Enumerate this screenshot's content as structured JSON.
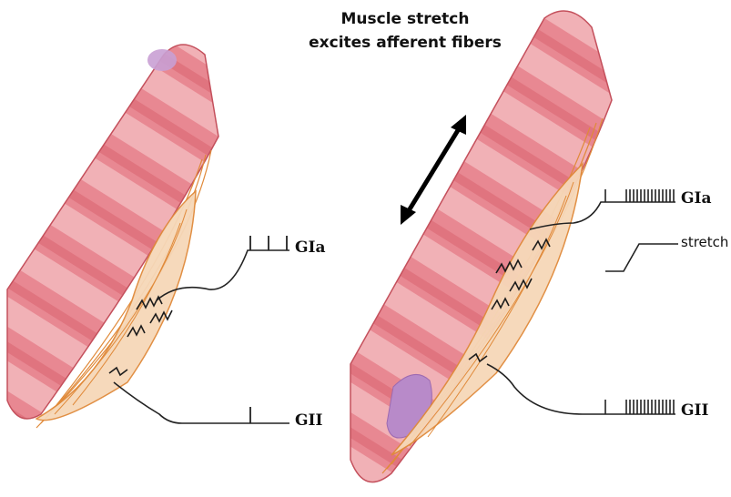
{
  "caption": {
    "line1": "Muscle stretch",
    "line2": "excites afferent fibers"
  },
  "left_panel": {
    "label_top": "GIa",
    "label_bottom": "GII",
    "spike_counts": {
      "gia": 3,
      "gii": 1
    }
  },
  "right_panel": {
    "label_top": "GIa",
    "label_bottom": "GII",
    "label_stretch": "stretch",
    "spike_counts": {
      "gia": 14,
      "gii": 14
    }
  },
  "colors": {
    "muscle_base": "#e8848c",
    "muscle_dark": "#c85a66",
    "muscle_light": "#fbe3e3",
    "spindle_fill": "#f7dcc0",
    "spindle_stroke": "#e08a3a",
    "nerve": "#222222",
    "tendon": "#b58fc4"
  }
}
